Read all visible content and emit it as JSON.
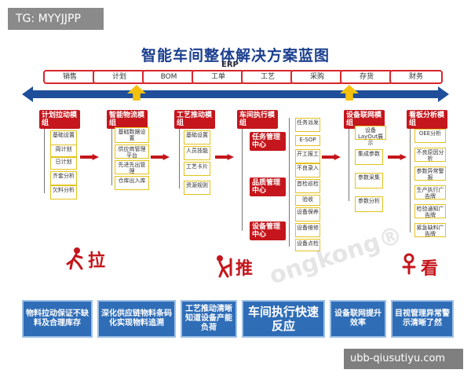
{
  "tags": {
    "top_left": "TG: MYYJJPP",
    "bottom_right": "ubb-qiusutiyu.com"
  },
  "title": "智能车间整体解决方案蓝图",
  "erp_label": "ERP",
  "erp_items": [
    "销售",
    "计划",
    "BOM",
    "工单",
    "工艺",
    "采购",
    "存货",
    "财务"
  ],
  "modules": [
    {
      "title": "计划拉动模组",
      "subs": [
        "基础设置",
        "周计划",
        "日计划",
        "齐套分析",
        "欠料分析"
      ]
    },
    {
      "title": "智能物流模组",
      "subs": [
        "基础数据设置",
        "供应商管理平台",
        "先进先出管理",
        "仓库出入库"
      ]
    },
    {
      "title": "工艺推动模组",
      "subs": [
        "基础设置",
        "人员技能",
        "工艺卡片",
        "资源规则"
      ]
    },
    {
      "title": "车间执行模组",
      "centers": [
        {
          "title": "任务管理中心",
          "subs": [
            "任务派发",
            "E-SOP",
            "开工报工"
          ]
        },
        {
          "title": "品质管理中心",
          "subs": [
            "不良录入",
            "首检巡检",
            "验收"
          ]
        },
        {
          "title": "设备管理中心",
          "subs": [
            "设备保养",
            "设备维修",
            "设备点检"
          ]
        }
      ]
    },
    {
      "title": "设备联网模组",
      "subs": [
        "设备LayOut展示",
        "集成参数",
        "参数采集",
        "参数分析"
      ]
    },
    {
      "title": "看板分析模组",
      "subs": [
        "OEE分析",
        "不良原因分析",
        "参数异常警报",
        "生产执行广告牌",
        "检验通知广告牌",
        "紧急缺料广告牌"
      ]
    }
  ],
  "words": {
    "pull": "拉",
    "push": "推",
    "watch": "看"
  },
  "watermark": "ongkong®",
  "bottom": [
    "物料拉动保证不缺料及合理库存",
    "深化供应链物料条码化实现物料追溯",
    "工艺推动清晰知道设备产能负荷",
    "车间执行快速反应",
    "设备联网提升效率",
    "目视管理异常警示清晰了然"
  ],
  "colors": {
    "primary_blue": "#1f4f9a",
    "module_red": "#c4161c",
    "accent_yellow": "#f4c20d",
    "bottom_blue": "#2f6db7"
  }
}
